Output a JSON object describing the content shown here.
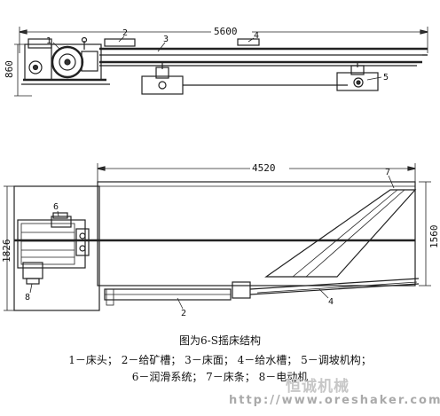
{
  "figure": {
    "top_view": {
      "dim_length": "5600",
      "dim_height": "860",
      "callouts": [
        "1",
        "2",
        "3",
        "4",
        "5"
      ]
    },
    "plan_view": {
      "dim_deck": "4520",
      "dim_overall_width": "1826",
      "dim_deck_width": "1560",
      "callouts": [
        "6",
        "7",
        "8",
        "2",
        "4"
      ]
    }
  },
  "caption": {
    "title": "图为6-S摇床结构",
    "legend_line1": "1－床头；  2－给矿槽；  3－床面；  4－给水槽；  5－调坡机构；",
    "legend_line2": "6－润滑系统；  7－床条；  8－电动机"
  },
  "watermark": {
    "brand": "恒诚机械",
    "url": "http://www.oreshaker.com"
  }
}
